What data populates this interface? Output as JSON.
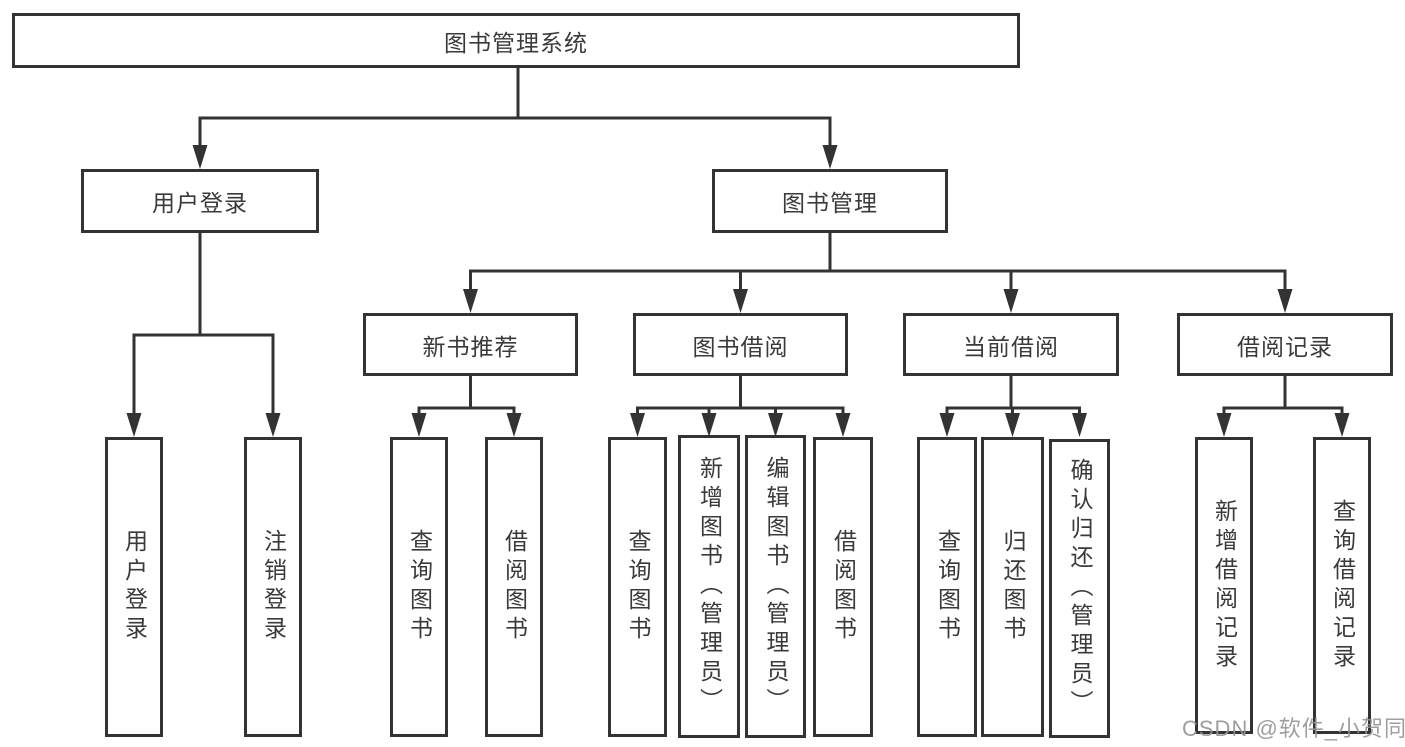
{
  "tree": {
    "label": "图书管理系统",
    "children": [
      {
        "label": "用户登录",
        "children": [
          {
            "label": "用户登录"
          },
          {
            "label": "注销登录"
          }
        ]
      },
      {
        "label": "图书管理",
        "children": [
          {
            "label": "新书推荐",
            "children": [
              {
                "label": "查询图书"
              },
              {
                "label": "借阅图书"
              }
            ]
          },
          {
            "label": "图书借阅",
            "children": [
              {
                "label": "查询图书"
              },
              {
                "label": "新增图书（管理员）"
              },
              {
                "label": "编辑图书（管理员）"
              },
              {
                "label": "借阅图书"
              }
            ]
          },
          {
            "label": "当前借阅",
            "children": [
              {
                "label": "查询图书"
              },
              {
                "label": "归还图书"
              },
              {
                "label": "确认归还（管理员）"
              }
            ]
          },
          {
            "label": "借阅记录",
            "children": [
              {
                "label": "新增借阅记录"
              },
              {
                "label": "查询借阅记录"
              }
            ]
          }
        ]
      }
    ]
  },
  "watermark": {
    "text": "CSDN @软件_小贺同学"
  },
  "colors": {
    "line": "#333333",
    "text": "#3a3a3a",
    "watermark": "#949494",
    "background": "#ffffff"
  }
}
